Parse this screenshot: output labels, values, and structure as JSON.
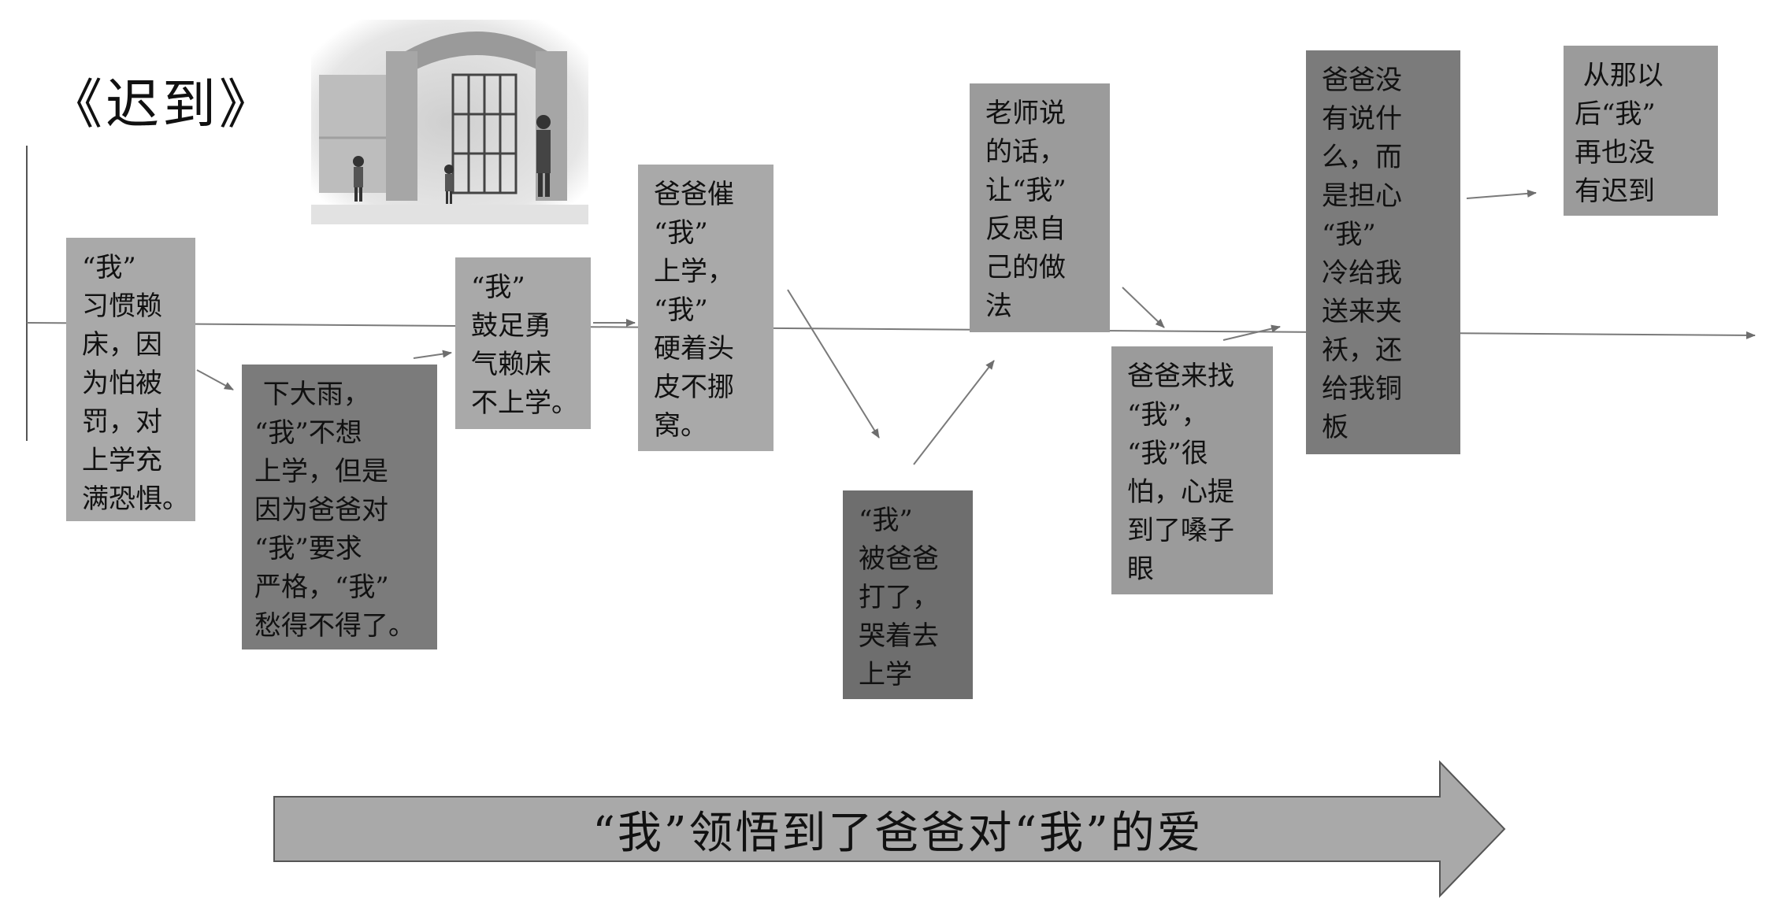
{
  "title": "《迟到》",
  "steps": [
    {
      "id": "s1",
      "text": "“我”\n习惯赖\n床，因\n为怕被\n罚，对\n上学充\n满恐惧。"
    },
    {
      "id": "s2",
      "text": " 下大雨，\n“我”不想\n上学，但是\n因为爸爸对\n“我”要求\n严格，“我”\n愁得不得了。"
    },
    {
      "id": "s3",
      "text": "“我”\n鼓足勇\n气赖床\n不上学。"
    },
    {
      "id": "s4",
      "text": "爸爸催\n“我”\n上学，\n“我”\n硬着头\n皮不挪\n窝。"
    },
    {
      "id": "s5",
      "text": "“我”\n被爸爸\n打了，\n哭着去\n上学"
    },
    {
      "id": "s6",
      "text": "老师说\n的话，\n让“我”\n反思自\n己的做\n法"
    },
    {
      "id": "s7",
      "text": "爸爸来找\n“我”，\n“我”很\n怕，心提\n到了嗓子\n眼"
    },
    {
      "id": "s8",
      "text": "爸爸没\n有说什\n么，而\n是担心\n“我”\n冷给我\n送来夹\n袄，还\n给我铜\n板"
    },
    {
      "id": "s9",
      "text": " 从那以\n后“我”\n再也没\n有迟到"
    }
  ],
  "conclusion": "“我”领悟到了爸爸对“我”的爱",
  "illustration": "school-gate-illustration"
}
